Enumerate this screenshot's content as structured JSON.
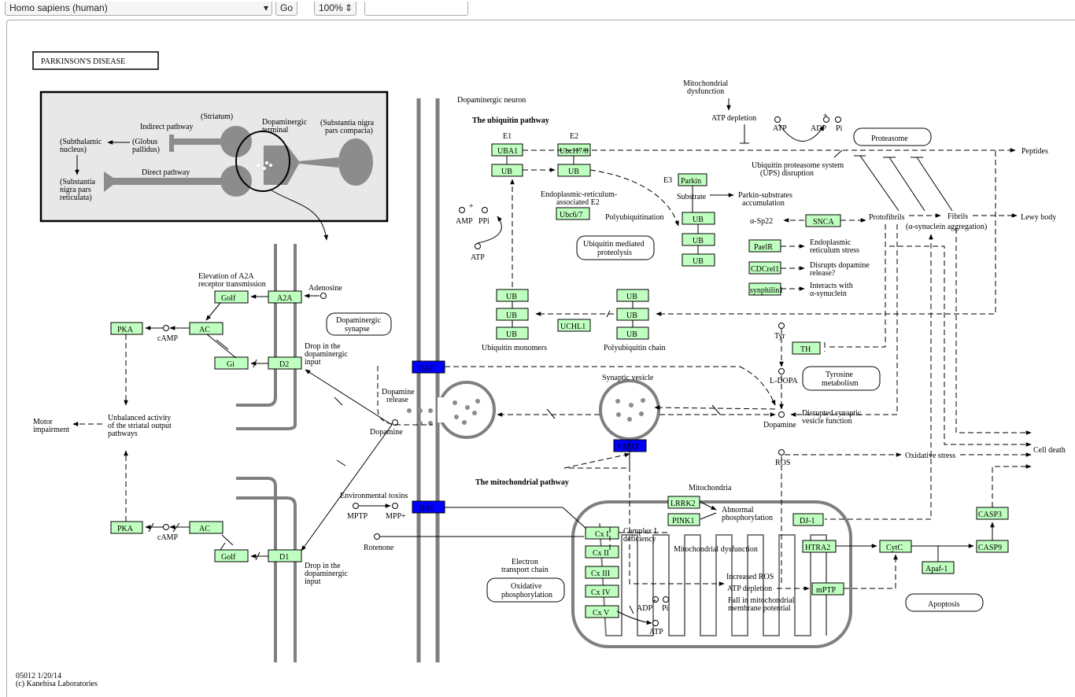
{
  "toolbar": {
    "organism": "Homo sapiens (human)",
    "go": "Go",
    "zoom": "100%",
    "search": ""
  },
  "title": "PARKINSON'S DISEASE",
  "footer": {
    "line1": "05012 1/20/14",
    "line2": "(c) Kanehisa Laboratories"
  },
  "genes": {
    "UBA1": "UBA1",
    "UbcH78": "UbcH7/8",
    "UB": "UB",
    "Ubc67": "Ubc6/7",
    "Parkin": "Parkin",
    "SNCA": "SNCA",
    "PaelR": "PaelR",
    "CDCrel1": "CDCrel1",
    "synphilin1": "synphilin1",
    "UCHL1": "UCHL1",
    "TH": "TH",
    "DAT": "DAT",
    "VMAT": "VMAT",
    "LRRK2": "LRRK2",
    "PINK1": "PINK1",
    "DJ1": "DJ-1",
    "HTRA2": "HTRA2",
    "CytC": "CytC",
    "Apaf1": "Apaf-1",
    "CASP3": "CASP3",
    "CASP9": "CASP9",
    "mPTP": "mPTP",
    "CxI": "Cx I",
    "CxII": "Cx II",
    "CxIII": "Cx III",
    "CxIV": "Cx IV",
    "CxV": "Cx V",
    "Golf": "Golf",
    "A2A": "A2A",
    "AC": "AC",
    "PKA": "PKA",
    "Gi": "Gi",
    "D2": "D2",
    "D1": "D1"
  },
  "labels": {
    "striatum": "(Striatum)",
    "dopaminergic_terminal": "Dopaminergic terminal",
    "substantia_nigra_pc": "(Substantia nigra pars compacta)",
    "indirect": "Indirect pathway",
    "globus": "(Globus pallidus)",
    "subthalamic": "(Subthalamic nucleus)",
    "direct": "Direct pathway",
    "snr": "(Substantia nigra pars reticulata)",
    "dopaminergic_neuron": "Dopaminergic neuron",
    "ubiquitin_pathway": "The ubiquitin pathway",
    "E1": "E1",
    "E2": "E2",
    "E3": "E3",
    "er_e2": "Endoplasmic-reticulum- associated E2",
    "polyubiq": "Polyubiquitination",
    "substrate": "Substrate",
    "parkin_subs": "Parkin-substrates accumulation",
    "ubiq_mediated": "Ubiquitin mediated proteolysis",
    "amp": "AMP",
    "ppi": "PPi",
    "atp": "ATP",
    "adp": "ADP",
    "pi": "Pi",
    "ubiq_monomers": "Ubiquitin monomers",
    "polyubiq_chain": "Polyubiquitin chain",
    "mito_dysfunction_top": "Mitochondrial dysfunction",
    "atp_depletion": "ATP depletion",
    "ups_disruption": "Ubiquitin proteasome system (UPS) disruption",
    "proteasome": "Proteasome",
    "peptides": "Peptides",
    "asp22": "α-Sp22",
    "protofibrils": "Protofibrils",
    "fibrils": "Fibrils",
    "asyn_agg": "(α-synuclein aggregation)",
    "lewy": "Lewy body",
    "er_stress": "Endoplasmic reticulum stress",
    "disrupts_da": "Disrupts dopamine release?",
    "interacts": "Interacts with α-synuclein",
    "tyr": "Tyr",
    "ldopa": "L-DOPA",
    "tyrosine_met": "Tyrosine metabolism",
    "dopamine": "Dopamine",
    "disrupted_vesicle": "Disrupted synaptic vesicle function",
    "ros": "ROS",
    "oxidative_stress": "Oxidative stress",
    "cell_death": "Cell death",
    "synaptic_vesicle": "Synaptic vesicle",
    "dopamine_release": "Dopamine release",
    "dopaminergic_synapse": "Dopaminergic synapse",
    "elevation_a2a": "Elevation of A2A receptor transmission",
    "adenosine": "Adenosine",
    "camp": "cAMP",
    "drop_d2": "Drop in the dopaminergic input",
    "drop_d1": "Drop in the dopaminergic input",
    "motor": "Motor impairment",
    "unbalanced": "Unbalanced activity of the striatal output pathways",
    "mito_pathway": "The mitochondrial pathway",
    "env_toxins": "Environmental toxins",
    "mptp": "MPTP",
    "mpp": "MPP+",
    "rotenone": "Rotenone",
    "mitochondria": "Mitochondria",
    "abnormal_phos": "Abnormal phosphorylation",
    "complex_i_def": "Complex I deficiency",
    "mito_dysfunction": "Mitochondrial dysfunction",
    "etc": "Electron transport chain",
    "oxphos": "Oxidative phosphorylation",
    "increased_ros": "Increased ROS",
    "atp_depletion2": "ATP depletion",
    "fall_potential": "Fall in mitochondrial membrane potential",
    "apoptosis": "Apoptosis"
  }
}
